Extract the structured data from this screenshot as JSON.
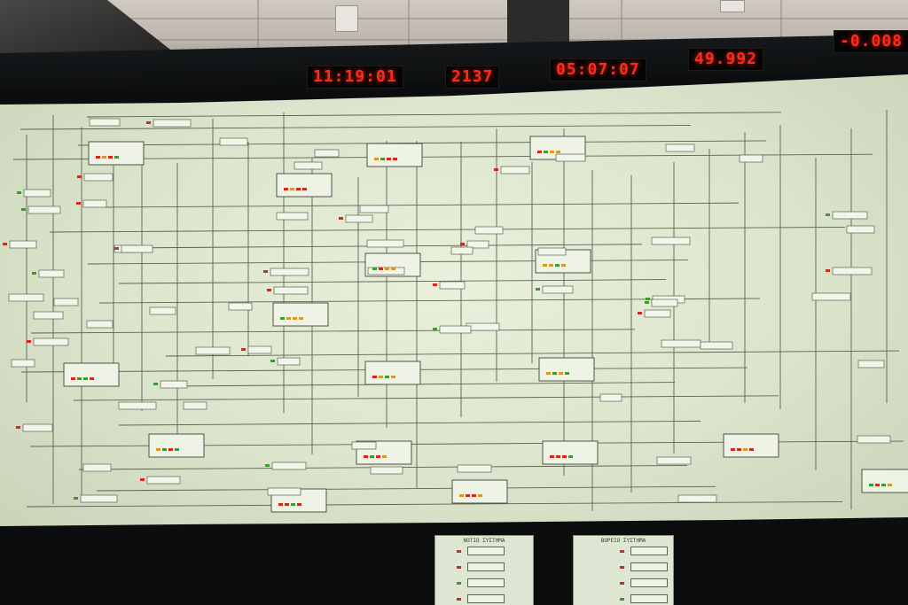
{
  "displays": {
    "clock_time": "11:19:01",
    "reading_1": "2137",
    "date": "05:07:07",
    "frequency": "49.992",
    "deviation": "-0.008"
  },
  "panels": {
    "south_title": "ΝΟΤΙΟ ΣΥΣΤΗΜΑ",
    "north_title": "ΒΟΡΕΙΟ ΣΥΣΤΗΜΑ"
  },
  "colors": {
    "led_red": "#ff2a1e",
    "screen": "#e2ead4",
    "line": "#5c6452",
    "status_red": "#d8261c",
    "status_green": "#3c9a2e",
    "status_amber": "#d89a1c"
  }
}
